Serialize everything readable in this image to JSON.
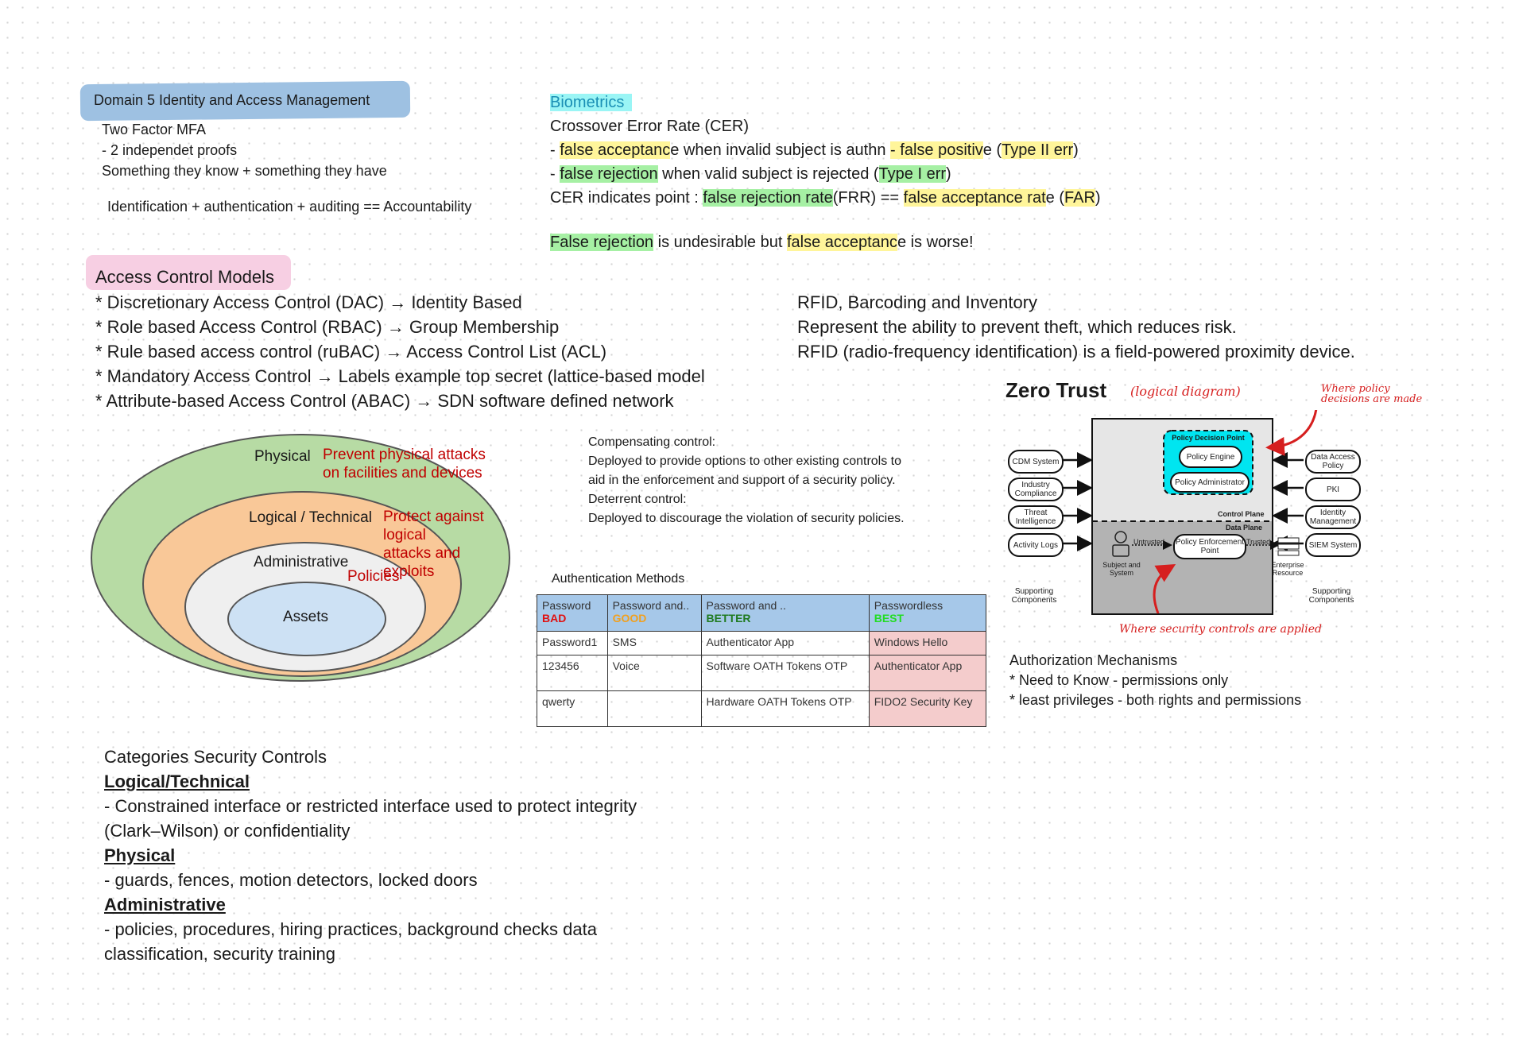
{
  "header": {
    "title": "Domain 5 Identity and Access Management",
    "mfa_lines": [
      "Two Factor MFA",
      "- 2 independet proofs",
      "Something they know + something they have"
    ],
    "accountability": "Identification + authentication + auditing == Accountability"
  },
  "biometrics": {
    "heading": "Biometrics",
    "cer": "Crossover Error Rate (CER)",
    "line1": {
      "a": "- ",
      "b": "false acceptanc",
      "c": "e when invalid subject is authn ",
      "d": "- false positiv",
      "e": "e (",
      "f": "Type II err",
      "g": ")"
    },
    "line2": {
      "a": "- ",
      "b": "false rejection",
      "c": " when valid subject is rejected (",
      "d": "Type I err",
      "e": ")"
    },
    "line3": {
      "a": "CER indicates point : ",
      "b": "false rejection rate",
      "c": "(FRR) == ",
      "d": "false acceptance rat",
      "e": "e (",
      "f": "FAR",
      "g": ")"
    },
    "line4": {
      "a": "False rejection",
      "b": " is undesirable but ",
      "c": "false acceptanc",
      "d": "e is worse!"
    }
  },
  "access_control": {
    "heading": "Access Control Models",
    "items": [
      "* Discretionary Access Control (DAC) → Identity Based",
      "* Role based Access Control (RBAC) → Group Membership",
      "* Rule based access control (ruBAC) → Access Control List (ACL)",
      "* Mandatory Access Control → Labels example top secret (lattice-based model",
      "* Attribute-based Access Control (ABAC)  → SDN software defined network"
    ]
  },
  "rfid": {
    "lines": [
      "RFID, Barcoding and Inventory",
      "Represent the ability to prevent theft, which reduces risk.",
      "RFID (radio-frequency identification) is a field-powered proximity device."
    ]
  },
  "onion": {
    "physical": "Physical",
    "physical_desc": [
      "Prevent physical attacks",
      "on facilities and devices"
    ],
    "logical": "Logical / Technical",
    "logical_desc": [
      "Protect against logical",
      "attacks and exploits"
    ],
    "administrative": "Administrative",
    "policies": "Policies",
    "assets": "Assets",
    "colors": {
      "outer": "#b7dba4",
      "middle": "#f9c898",
      "inner": "#efefef",
      "core": "#cde1f4"
    }
  },
  "compensating": {
    "lines": [
      "Compensating control:",
      "Deployed to provide options to other existing controls to",
      "aid in the enforcement and support of a security policy.",
      "Deterrent control:",
      "Deployed to discourage the violation of security policies."
    ]
  },
  "auth_methods": {
    "caption": "Authentication Methods",
    "headers": [
      {
        "label": "Password",
        "tag": "BAD"
      },
      {
        "label": "Password and..",
        "tag": "GOOD"
      },
      {
        "label": "Password and ..",
        "tag": "BETTER"
      },
      {
        "label": "Passwordless",
        "tag": "BEST"
      }
    ],
    "rows": [
      [
        "Password1",
        "SMS",
        "Authenticator App",
        "Windows Hello"
      ],
      [
        "123456",
        "Voice",
        "Software OATH Tokens OTP",
        "Authenticator App"
      ],
      [
        "qwerty",
        "",
        "Hardware OATH Tokens OTP",
        "FIDO2 Security Key"
      ]
    ]
  },
  "zero_trust": {
    "title": "Zero Trust",
    "subtitle": "(logical diagram)",
    "note_top": [
      "Where policy",
      "decisions are made"
    ],
    "note_bottom": "Where security controls are applied",
    "pdp": "Policy Decision Point",
    "engine": "Policy Engine",
    "admin": "Policy Administrator",
    "control_plane": "Control Plane",
    "data_plane": "Data Plane",
    "subject": "Subject and System",
    "untrusted": "Untrusted",
    "pep": "Policy Enforcement Point",
    "trusted": "Trusted",
    "resource": "Enterprise Resource",
    "left": [
      "CDM System",
      "Industry Compliance",
      "Threat Intelligence",
      "Activity Logs"
    ],
    "right": [
      "Data Access Policy",
      "PKI",
      "Identity Management",
      "SIEM System"
    ],
    "supporting": "Supporting Components"
  },
  "authorization": {
    "lines": [
      "Authorization Mechanisms",
      "* Need to Know - permissions only",
      "* least  privileges - both rights and permissions"
    ]
  },
  "categories": {
    "heading": "Categories Security Controls",
    "logical_title": "Logical/Technical",
    "logical_lines": [
      "- Constrained interface or restricted interface used to protect integrity",
      "(Clark–Wilson) or confidentiality"
    ],
    "physical_title": "Physical",
    "physical_lines": [
      "- guards, fences, motion detectors, locked doors"
    ],
    "admin_title": "Administrative",
    "admin_lines": [
      "- policies, procedures, hiring practices, background checks data",
      "classification, security training"
    ]
  }
}
